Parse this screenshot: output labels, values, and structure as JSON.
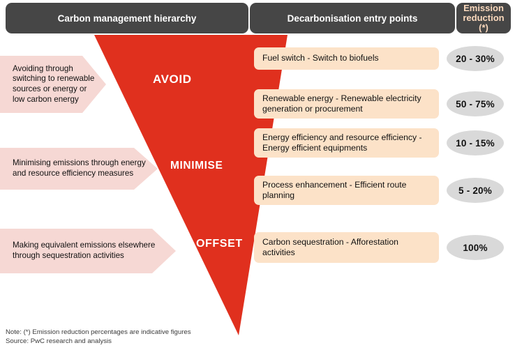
{
  "header": {
    "left_title": "Carbon management hierarchy",
    "middle_title": "Decarbonisation entry points",
    "right_title_line1": "Emission",
    "right_title_line2": "reduction",
    "right_title_line3": "(*)"
  },
  "colors": {
    "funnel_red": "#E0301E",
    "header_gray": "#464646",
    "callout_pink": "#F6D8D4",
    "entry_peach": "#FCE2C8",
    "pct_gray": "#D9D9D9",
    "header_right_text": "#FBD9BD"
  },
  "funnel": {
    "levels": [
      {
        "label": "AVOID"
      },
      {
        "label": "MINIMISE"
      },
      {
        "label": "OFFSET"
      }
    ]
  },
  "callouts": [
    {
      "text": "Avoiding through switching to renewable sources or energy or low carbon energy"
    },
    {
      "text": "Minimising emissions through energy and resource efficiency measures"
    },
    {
      "text": "Making equivalent emissions elsewhere through sequestration activities"
    }
  ],
  "entry_points": [
    {
      "text": "Fuel switch - Switch to biofuels",
      "reduction": "20 - 30%"
    },
    {
      "text": "Renewable energy - Renewable electricity generation or procurement",
      "reduction": "50 - 75%"
    },
    {
      "text": "Energy efficiency and resource efficiency - Energy efficient equipments",
      "reduction": "10 - 15%"
    },
    {
      "text": "Process enhancement - Efficient route planning",
      "reduction": "5 - 20%"
    },
    {
      "text": "Carbon sequestration - Afforestation activities",
      "reduction": "100%"
    }
  ],
  "footer": {
    "note": "Note: (*) Emission reduction percentages are indicative figures",
    "source": "Source: PwC research and analysis"
  }
}
